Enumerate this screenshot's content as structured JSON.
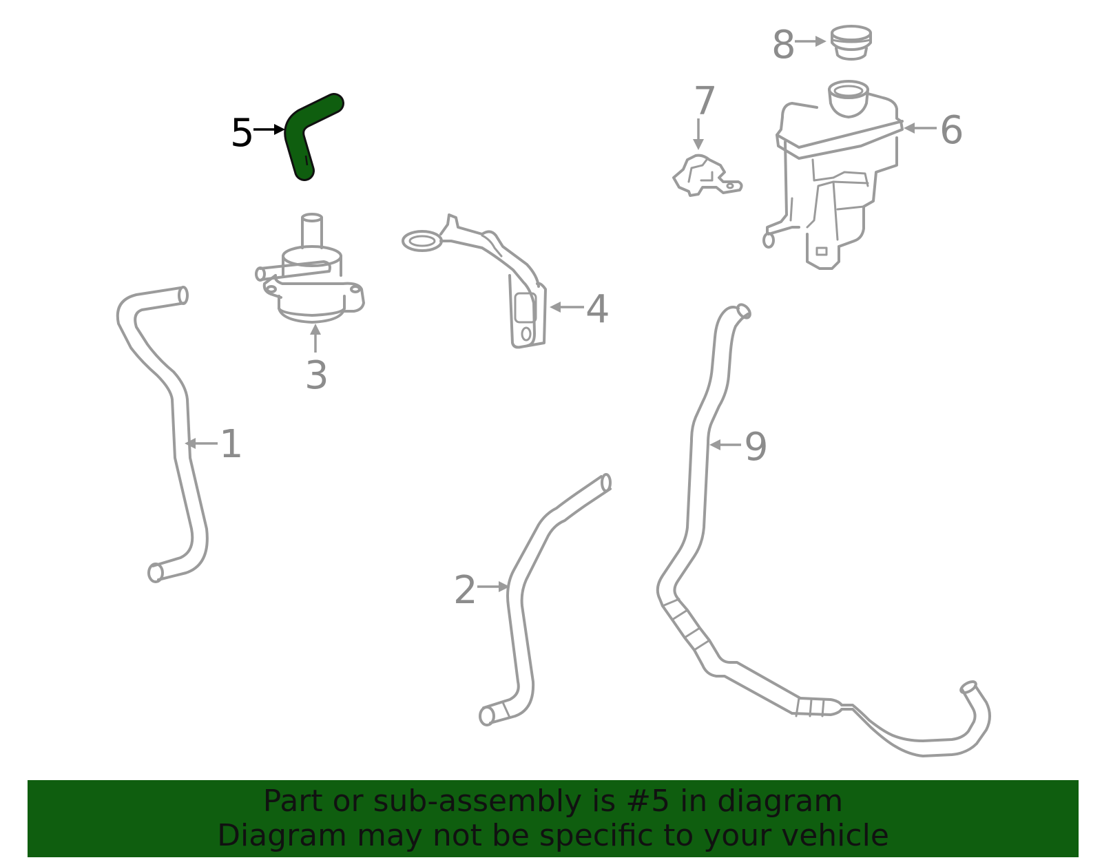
{
  "colors": {
    "highlight": "#0f5e0f",
    "banner_bg": "#0f5e0f",
    "line": "#9b9b9b",
    "text_inactive": "#8c8c8c",
    "text_active": "#000000"
  },
  "selected_part": "5",
  "callouts": [
    "1",
    "2",
    "3",
    "4",
    "5",
    "6",
    "7",
    "8",
    "9"
  ],
  "banner": {
    "line1": "Part or sub-assembly is #5 in diagram",
    "line2": "Diagram may not be specific to your vehicle"
  }
}
